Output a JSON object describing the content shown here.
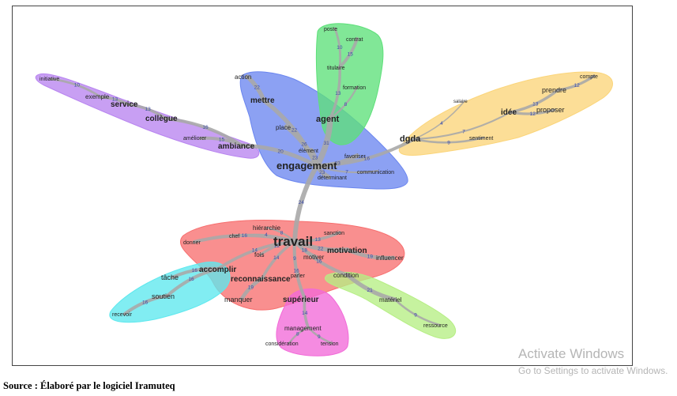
{
  "graph": {
    "groups": [
      {
        "key": "violet",
        "color": "#b884f0"
      },
      {
        "key": "blue",
        "color": "#6b86ef"
      },
      {
        "key": "green",
        "color": "#5ee07a"
      },
      {
        "key": "orange",
        "color": "#fbd57a"
      },
      {
        "key": "red",
        "color": "#f76f6f"
      },
      {
        "key": "cyan",
        "color": "#5ee8ee"
      },
      {
        "key": "pink",
        "color": "#f26ad8"
      },
      {
        "key": "lime",
        "color": "#b6ee84"
      }
    ],
    "words": [
      {
        "id": "initiative",
        "text": "initiative",
        "size": 7,
        "weight": "normal"
      },
      {
        "id": "exemple",
        "text": "exemple",
        "size": 8,
        "weight": "normal"
      },
      {
        "id": "service",
        "text": "service",
        "size": 10,
        "weight": "bold"
      },
      {
        "id": "collegue",
        "text": "collègue",
        "size": 10,
        "weight": "bold"
      },
      {
        "id": "ameliorer",
        "text": "améliorer",
        "size": 7,
        "weight": "normal"
      },
      {
        "id": "ambiance",
        "text": "ambiance",
        "size": 10,
        "weight": "bold"
      },
      {
        "id": "action",
        "text": "action",
        "size": 8,
        "weight": "normal"
      },
      {
        "id": "mettre",
        "text": "mettre",
        "size": 10,
        "weight": "bold"
      },
      {
        "id": "place",
        "text": "place",
        "size": 8,
        "weight": "normal"
      },
      {
        "id": "element",
        "text": "élément",
        "size": 7,
        "weight": "normal"
      },
      {
        "id": "favoriser",
        "text": "favoriser",
        "size": 7,
        "weight": "normal"
      },
      {
        "id": "engagement",
        "text": "engagement",
        "size": 13,
        "weight": "bold"
      },
      {
        "id": "determinant",
        "text": "déterminant",
        "size": 7,
        "weight": "normal"
      },
      {
        "id": "communication",
        "text": "communication",
        "size": 7,
        "weight": "normal"
      },
      {
        "id": "poste",
        "text": "poste",
        "size": 7,
        "weight": "normal"
      },
      {
        "id": "contrat",
        "text": "contrat",
        "size": 7,
        "weight": "normal"
      },
      {
        "id": "titulaire",
        "text": "titulaire",
        "size": 7,
        "weight": "normal"
      },
      {
        "id": "formation",
        "text": "formation",
        "size": 7,
        "weight": "normal"
      },
      {
        "id": "agent",
        "text": "agent",
        "size": 11,
        "weight": "bold"
      },
      {
        "id": "compte",
        "text": "compte",
        "size": 7,
        "weight": "normal"
      },
      {
        "id": "prendre",
        "text": "prendre",
        "size": 9,
        "weight": "normal"
      },
      {
        "id": "salaire",
        "text": "salaire",
        "size": 6,
        "weight": "normal"
      },
      {
        "id": "idee",
        "text": "idée",
        "size": 10,
        "weight": "bold"
      },
      {
        "id": "proposer",
        "text": "proposer",
        "size": 9,
        "weight": "normal"
      },
      {
        "id": "dgda",
        "text": "dgda",
        "size": 11,
        "weight": "bold"
      },
      {
        "id": "sentiment",
        "text": "sentiment",
        "size": 7,
        "weight": "normal"
      },
      {
        "id": "hierarchie",
        "text": "hiérarchie",
        "size": 8,
        "weight": "normal"
      },
      {
        "id": "chef",
        "text": "chef",
        "size": 7,
        "weight": "normal"
      },
      {
        "id": "sanction",
        "text": "sanction",
        "size": 7,
        "weight": "normal"
      },
      {
        "id": "donner",
        "text": "donner",
        "size": 7,
        "weight": "normal"
      },
      {
        "id": "travail",
        "text": "travail",
        "size": 17,
        "weight": "bold"
      },
      {
        "id": "fois",
        "text": "fois",
        "size": 8,
        "weight": "normal"
      },
      {
        "id": "motivation",
        "text": "motivation",
        "size": 10,
        "weight": "bold"
      },
      {
        "id": "influencer",
        "text": "influencer",
        "size": 8,
        "weight": "normal"
      },
      {
        "id": "motiver",
        "text": "motiver",
        "size": 8,
        "weight": "normal"
      },
      {
        "id": "accomplir",
        "text": "accomplir",
        "size": 10,
        "weight": "bold"
      },
      {
        "id": "reconnaissance",
        "text": "reconnaissance",
        "size": 10,
        "weight": "bold"
      },
      {
        "id": "parler",
        "text": "parler",
        "size": 7,
        "weight": "normal"
      },
      {
        "id": "condition",
        "text": "condition",
        "size": 8,
        "weight": "normal"
      },
      {
        "id": "tache",
        "text": "tâche",
        "size": 9,
        "weight": "normal"
      },
      {
        "id": "soutien",
        "text": "soutien",
        "size": 9,
        "weight": "normal"
      },
      {
        "id": "recevoir",
        "text": "recevoir",
        "size": 7,
        "weight": "normal"
      },
      {
        "id": "manquer",
        "text": "manquer",
        "size": 9,
        "weight": "normal"
      },
      {
        "id": "superieur",
        "text": "supérieur",
        "size": 10,
        "weight": "bold"
      },
      {
        "id": "management",
        "text": "management",
        "size": 8,
        "weight": "normal"
      },
      {
        "id": "consideration",
        "text": "considération",
        "size": 7,
        "weight": "normal"
      },
      {
        "id": "tension",
        "text": "tension",
        "size": 7,
        "weight": "normal"
      },
      {
        "id": "materiel",
        "text": "matériel",
        "size": 8,
        "weight": "normal"
      },
      {
        "id": "ressource",
        "text": "ressource",
        "size": 7,
        "weight": "normal"
      }
    ],
    "edges": [
      {
        "from": "engagement",
        "to": "travail",
        "weight": 24
      },
      {
        "from": "engagement",
        "to": "mettre",
        "weight": 22
      },
      {
        "from": "mettre",
        "to": "action",
        "weight": 22
      },
      {
        "from": "engagement",
        "to": "place",
        "weight": 26
      },
      {
        "from": "engagement",
        "to": "element",
        "weight": 23
      },
      {
        "from": "engagement",
        "to": "ambiance",
        "weight": 20
      },
      {
        "from": "engagement",
        "to": "agent",
        "weight": 31
      },
      {
        "from": "engagement",
        "to": "dgda",
        "weight": 16
      },
      {
        "from": "engagement",
        "to": "communication",
        "weight": 7
      },
      {
        "from": "engagement",
        "to": "determinant",
        "weight": 23
      },
      {
        "from": "engagement",
        "to": "favoriser",
        "weight": 23
      },
      {
        "from": "ambiance",
        "to": "ameliorer",
        "weight": 15
      },
      {
        "from": "ambiance",
        "to": "collegue",
        "weight": 16
      },
      {
        "from": "collegue",
        "to": "service",
        "weight": 13
      },
      {
        "from": "service",
        "to": "exemple",
        "weight": 13
      },
      {
        "from": "exemple",
        "to": "initiative",
        "weight": 10
      },
      {
        "from": "agent",
        "to": "formation",
        "weight": 8
      },
      {
        "from": "agent",
        "to": "titulaire",
        "weight": 13
      },
      {
        "from": "titulaire",
        "to": "contrat",
        "weight": 15
      },
      {
        "from": "titulaire",
        "to": "poste",
        "weight": 10
      },
      {
        "from": "dgda",
        "to": "sentiment",
        "weight": 9
      },
      {
        "from": "dgda",
        "to": "salaire",
        "weight": 4
      },
      {
        "from": "dgda",
        "to": "idee",
        "weight": 7
      },
      {
        "from": "idee",
        "to": "proposer",
        "weight": 12
      },
      {
        "from": "idee",
        "to": "prendre",
        "weight": 13
      },
      {
        "from": "prendre",
        "to": "compte",
        "weight": 12
      },
      {
        "from": "travail",
        "to": "hierarchie",
        "weight": 8
      },
      {
        "from": "travail",
        "to": "chef",
        "weight": 4
      },
      {
        "from": "travail",
        "to": "sanction",
        "weight": 13
      },
      {
        "from": "travail",
        "to": "fois",
        "weight": 12
      },
      {
        "from": "travail",
        "to": "donner",
        "weight": 16
      },
      {
        "from": "travail",
        "to": "motivation",
        "weight": 22
      },
      {
        "from": "motivation",
        "to": "influencer",
        "weight": 19
      },
      {
        "from": "travail",
        "to": "motiver",
        "weight": 18
      },
      {
        "from": "travail",
        "to": "accomplir",
        "weight": 14
      },
      {
        "from": "travail",
        "to": "reconnaissance",
        "weight": 14
      },
      {
        "from": "travail",
        "to": "parler",
        "weight": 9
      },
      {
        "from": "travail",
        "to": "condition",
        "weight": 16
      },
      {
        "from": "travail",
        "to": "superieur",
        "weight": 16
      },
      {
        "from": "accomplir",
        "to": "tache",
        "weight": 16
      },
      {
        "from": "accomplir",
        "to": "soutien",
        "weight": 16
      },
      {
        "from": "soutien",
        "to": "recevoir",
        "weight": 16
      },
      {
        "from": "reconnaissance",
        "to": "manquer",
        "weight": 19
      },
      {
        "from": "superieur",
        "to": "management",
        "weight": 14
      },
      {
        "from": "management",
        "to": "consideration",
        "weight": 8
      },
      {
        "from": "management",
        "to": "tension",
        "weight": 9
      },
      {
        "from": "condition",
        "to": "materiel",
        "weight": 21
      },
      {
        "from": "materiel",
        "to": "ressource",
        "weight": 9
      }
    ]
  },
  "source_text": "Source : Élaboré par le logiciel Iramuteq",
  "watermark": {
    "title": "Activate Windows",
    "subtitle": "Go to Settings to activate Windows."
  }
}
